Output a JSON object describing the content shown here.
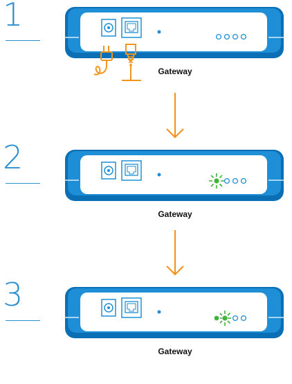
{
  "steps": [
    {
      "number": "1",
      "label": "Gateway",
      "cables": true,
      "led": "off",
      "led_state": "none"
    },
    {
      "number": "2",
      "label": "Gateway",
      "cables": false,
      "led": "green",
      "led_state": "flashing"
    },
    {
      "number": "3",
      "label": "Gateway",
      "cables": false,
      "led": "green",
      "led_state": "flashing"
    }
  ],
  "icons": {
    "power_port": "power-port-icon",
    "ethernet_port": "ethernet-port-icon",
    "power_plug": "power-plug-icon",
    "ethernet_cable": "ethernet-cable-icon",
    "arrow": "arrow-down-icon"
  },
  "colors": {
    "device_blue": "#1e8fd6",
    "device_dark": "#0a6fb5",
    "step_blue": "#2b8fd1",
    "cable_orange": "#f0961e",
    "arrow_orange": "#f0961e",
    "led_green": "#3fb33a",
    "led_off": "#2b8fd1"
  }
}
